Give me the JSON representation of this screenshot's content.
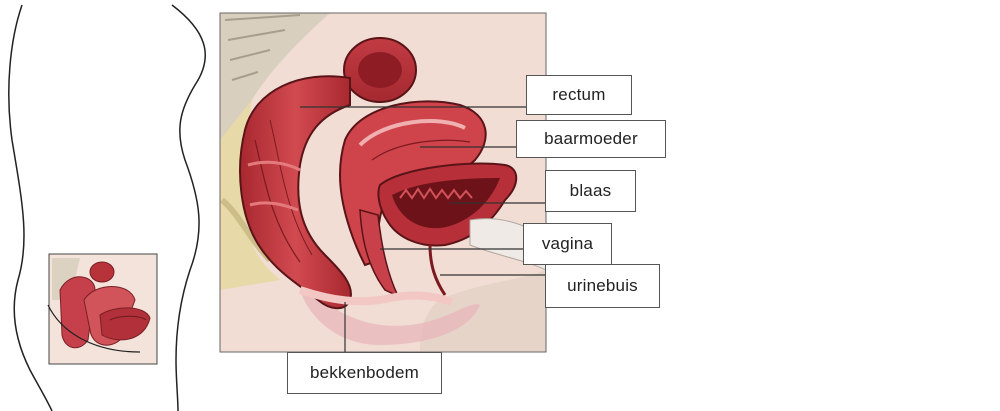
{
  "labels": {
    "rectum": "rectum",
    "baarmoeder": "baarmoeder",
    "blaas": "blaas",
    "vagina": "vagina",
    "urinebuis": "urinebuis",
    "bekkenbodem": "bekkenbodem"
  },
  "colors": {
    "tissue_red": "#b8323a",
    "tissue_light": "#e07a78",
    "fat_yellow": "#e8d9a8",
    "background_pink": "#f1ddd3",
    "bone": "#dcd2c2",
    "outline": "#333333"
  }
}
